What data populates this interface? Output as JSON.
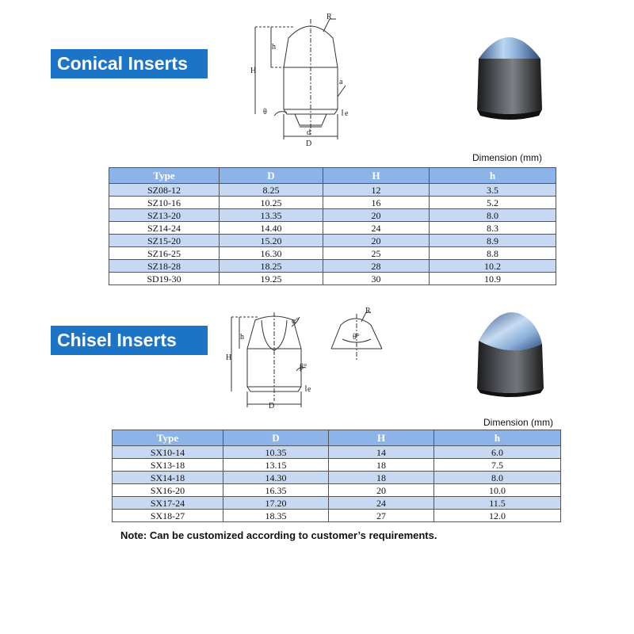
{
  "conical": {
    "title": "Conical Inserts",
    "unit_label": "Dimension (mm)",
    "drawing_labels": {
      "R": "R",
      "h": "h",
      "H": "H",
      "a": "a",
      "e": "e",
      "theta": "θ",
      "d": "d",
      "D": "D"
    },
    "columns": [
      "Type",
      "D",
      "H",
      "h"
    ],
    "rows": [
      [
        "SZ08-12",
        "8.25",
        "12",
        "3.5"
      ],
      [
        "SZ10-16",
        "10.25",
        "16",
        "5.2"
      ],
      [
        "SZ13-20",
        "13.35",
        "20",
        "8.0"
      ],
      [
        "SZ14-24",
        "14.40",
        "24",
        "8.3"
      ],
      [
        "SZ15-20",
        "15.20",
        "20",
        "8.9"
      ],
      [
        "SZ16-25",
        "16.30",
        "25",
        "8.8"
      ],
      [
        "SZ18-28",
        "18.25",
        "28",
        "10.2"
      ],
      [
        "SD19-30",
        "19.25",
        "30",
        "10.9"
      ]
    ]
  },
  "chisel": {
    "title": "Chisel Inserts",
    "unit_label": "Dimension (mm)",
    "drawing_labels": {
      "alpha": "α°",
      "beta": "β°",
      "theta": "θ°",
      "R": "R",
      "h": "h",
      "H": "H",
      "e": "e",
      "D": "D"
    },
    "columns": [
      "Type",
      "D",
      "H",
      "h"
    ],
    "rows": [
      [
        "SX10-14",
        "10.35",
        "14",
        "6.0"
      ],
      [
        "SX13-18",
        "13.15",
        "18",
        "7.5"
      ],
      [
        "SX14-18",
        "14.30",
        "18",
        "8.0"
      ],
      [
        "SX16-20",
        "16.35",
        "20",
        "10.0"
      ],
      [
        "SX17-24",
        "17.20",
        "24",
        "11.5"
      ],
      [
        "SX18-27",
        "18.35",
        "27",
        "12.0"
      ]
    ]
  },
  "note": "Note: Can be customized according to customer’s requirements.",
  "colors": {
    "banner": "#1b74c6",
    "header": "#8cb4e8",
    "row_shade": "#c7d9f2"
  }
}
